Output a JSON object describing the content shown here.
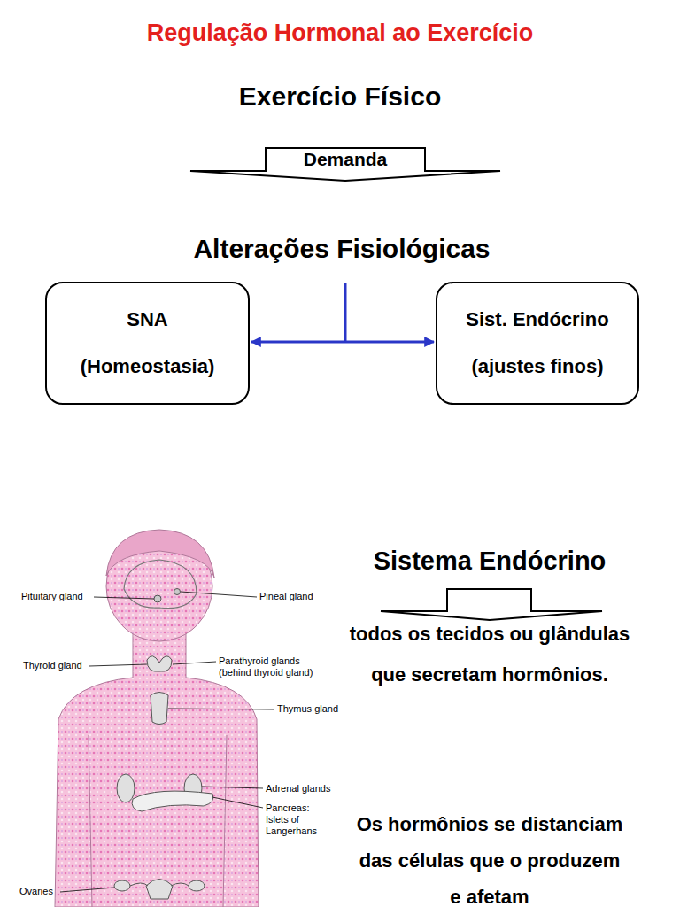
{
  "diagram": {
    "title": "Regulação Hormonal ao Exercício",
    "nodes": [
      {
        "text": [
          "Demanda"
        ]
      },
      {
        "text": [
          "SNA",
          "(Homeostasia)"
        ]
      },
      {
        "text": [
          "Sist. Endócrino",
          "(ajustes finos)"
        ]
      }
    ],
    "edges": [
      {
        "from": 1,
        "to": 2,
        "arrow": "both"
      }
    ],
    "labels": [
      "Exercício Físico",
      "Alterações Fisiológicas",
      "Sistema Endócrino",
      "todos os tecidos ou glândulas que secretam hormônios.",
      "Os hormônios se distanciam das células que o produzem e afetam",
      "Pituitary gland",
      "Pineal gland",
      "Thyroid gland",
      "Parathyroid glands (behind thyroid gland)",
      "Thymus gland",
      "Adrenal glands",
      "Pancreas: Islets of Langerhans",
      "Ovaries"
    ]
  }
}
